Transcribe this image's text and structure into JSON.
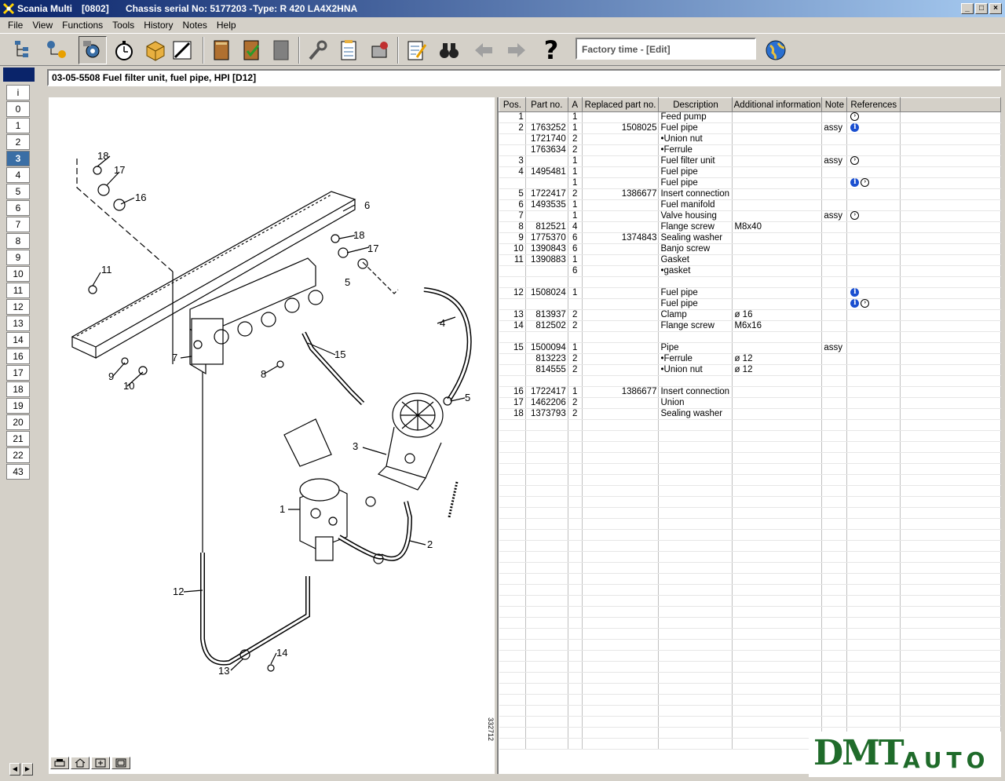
{
  "window": {
    "app_name": "Scania Multi",
    "code": "[0802]",
    "chassis": "Chassis serial No: 5177203 -",
    "type": "Type:  R 420 LA4X2HNA",
    "btn_min": "_",
    "btn_max": "□",
    "btn_close": "×"
  },
  "menu": [
    "File",
    "View",
    "Functions",
    "Tools",
    "History",
    "Notes",
    "Help"
  ],
  "toolbar": {
    "factory_time": "Factory time - [Edit]",
    "help_glyph": "?"
  },
  "section": {
    "title": "03-05-5508   Fuel filter unit, fuel pipe, HPI   [D12]"
  },
  "positions": [
    "i",
    "0",
    "1",
    "2",
    "3",
    "4",
    "5",
    "6",
    "7",
    "8",
    "9",
    "10",
    "11",
    "12",
    "13",
    "14",
    "16",
    "17",
    "18",
    "19",
    "20",
    "21",
    "22",
    "43"
  ],
  "active_position": "3",
  "drawing": {
    "callouts": [
      "18",
      "17",
      "16",
      "6",
      "18",
      "17",
      "5",
      "11",
      "4",
      "15",
      "7",
      "8",
      "9",
      "10",
      "5",
      "3",
      "1",
      "2",
      "12",
      "14",
      "13"
    ],
    "figure_number": "332712"
  },
  "table": {
    "columns": [
      "Pos.",
      "Part no.",
      "A",
      "Replaced part no.",
      "Description",
      "Additional information",
      "Note",
      "References"
    ],
    "rows": [
      {
        "pos": "1",
        "part": "",
        "a": "1",
        "repl": "",
        "desc": "Feed pump",
        "info": "",
        "note": "",
        "refs": [
          "go"
        ]
      },
      {
        "pos": "2",
        "part": "1763252",
        "a": "1",
        "repl": "1508025",
        "desc": "Fuel pipe",
        "info": "",
        "note": "assy",
        "refs": [
          "info"
        ]
      },
      {
        "pos": "",
        "part": "1721740",
        "a": "2",
        "repl": "",
        "desc": "•Union nut",
        "info": "",
        "note": "",
        "refs": []
      },
      {
        "pos": "",
        "part": "1763634",
        "a": "2",
        "repl": "",
        "desc": "•Ferrule",
        "info": "",
        "note": "",
        "refs": []
      },
      {
        "pos": "3",
        "part": "",
        "a": "1",
        "repl": "",
        "desc": "Fuel filter unit",
        "info": "",
        "note": "assy",
        "refs": [
          "go"
        ]
      },
      {
        "pos": "4",
        "part": "1495481",
        "a": "1",
        "repl": "",
        "desc": "Fuel pipe",
        "info": "",
        "note": "",
        "refs": []
      },
      {
        "pos": "",
        "part": "",
        "a": "1",
        "repl": "",
        "desc": "Fuel pipe",
        "info": "",
        "note": "",
        "refs": [
          "info",
          "go"
        ]
      },
      {
        "pos": "5",
        "part": "1722417",
        "a": "2",
        "repl": "1386677",
        "desc": "Insert connection",
        "info": "",
        "note": "",
        "refs": []
      },
      {
        "pos": "6",
        "part": "1493535",
        "a": "1",
        "repl": "",
        "desc": "Fuel manifold",
        "info": "",
        "note": "",
        "refs": []
      },
      {
        "pos": "7",
        "part": "",
        "a": "1",
        "repl": "",
        "desc": "Valve housing",
        "info": "",
        "note": "assy",
        "refs": [
          "go"
        ]
      },
      {
        "pos": "8",
        "part": "812521",
        "a": "4",
        "repl": "",
        "desc": "Flange screw",
        "info": "M8x40",
        "note": "",
        "refs": []
      },
      {
        "pos": "9",
        "part": "1775370",
        "a": "6",
        "repl": "1374843",
        "desc": "Sealing washer",
        "info": "",
        "note": "",
        "refs": []
      },
      {
        "pos": "10",
        "part": "1390843",
        "a": "6",
        "repl": "",
        "desc": "Banjo screw",
        "info": "",
        "note": "",
        "refs": []
      },
      {
        "pos": "11",
        "part": "1390883",
        "a": "1",
        "repl": "",
        "desc": "Gasket",
        "info": "",
        "note": "",
        "refs": []
      },
      {
        "pos": "",
        "part": "",
        "a": "6",
        "repl": "",
        "desc": "•gasket",
        "info": "",
        "note": "",
        "refs": []
      },
      {
        "pos": "",
        "part": "",
        "a": "",
        "repl": "",
        "desc": "",
        "info": "",
        "note": "",
        "refs": []
      },
      {
        "pos": "12",
        "part": "1508024",
        "a": "1",
        "repl": "",
        "desc": "Fuel pipe",
        "info": "",
        "note": "",
        "refs": [
          "info"
        ]
      },
      {
        "pos": "",
        "part": "",
        "a": "",
        "repl": "",
        "desc": "Fuel pipe",
        "info": "",
        "note": "",
        "refs": [
          "info",
          "go"
        ]
      },
      {
        "pos": "13",
        "part": "813937",
        "a": "2",
        "repl": "",
        "desc": "Clamp",
        "info": "ø 16",
        "note": "",
        "refs": []
      },
      {
        "pos": "14",
        "part": "812502",
        "a": "2",
        "repl": "",
        "desc": "Flange screw",
        "info": "M6x16",
        "note": "",
        "refs": []
      },
      {
        "pos": "",
        "part": "",
        "a": "",
        "repl": "",
        "desc": "",
        "info": "",
        "note": "",
        "refs": []
      },
      {
        "pos": "15",
        "part": "1500094",
        "a": "1",
        "repl": "",
        "desc": "Pipe",
        "info": "",
        "note": "assy",
        "refs": []
      },
      {
        "pos": "",
        "part": "813223",
        "a": "2",
        "repl": "",
        "desc": "•Ferrule",
        "info": "ø 12",
        "note": "",
        "refs": []
      },
      {
        "pos": "",
        "part": "814555",
        "a": "2",
        "repl": "",
        "desc": "•Union nut",
        "info": "ø 12",
        "note": "",
        "refs": []
      },
      {
        "pos": "",
        "part": "",
        "a": "",
        "repl": "",
        "desc": "",
        "info": "",
        "note": "",
        "refs": []
      },
      {
        "pos": "16",
        "part": "1722417",
        "a": "1",
        "repl": "1386677",
        "desc": "Insert connection",
        "info": "",
        "note": "",
        "refs": []
      },
      {
        "pos": "17",
        "part": "1462206",
        "a": "2",
        "repl": "",
        "desc": "Union",
        "info": "",
        "note": "",
        "refs": []
      },
      {
        "pos": "18",
        "part": "1373793",
        "a": "2",
        "repl": "",
        "desc": "Sealing washer",
        "info": "",
        "note": "",
        "refs": []
      }
    ],
    "ref_glyphs": {
      "info": "i",
      "go": "›"
    }
  },
  "watermark": {
    "main": "DMT",
    "sub": "AUTO"
  },
  "colors": {
    "title_start": "#0a246a",
    "title_end": "#a6caf0",
    "active": "#3a6ea5",
    "info": "#1a4fd0",
    "logo": "#1f6b2a"
  }
}
